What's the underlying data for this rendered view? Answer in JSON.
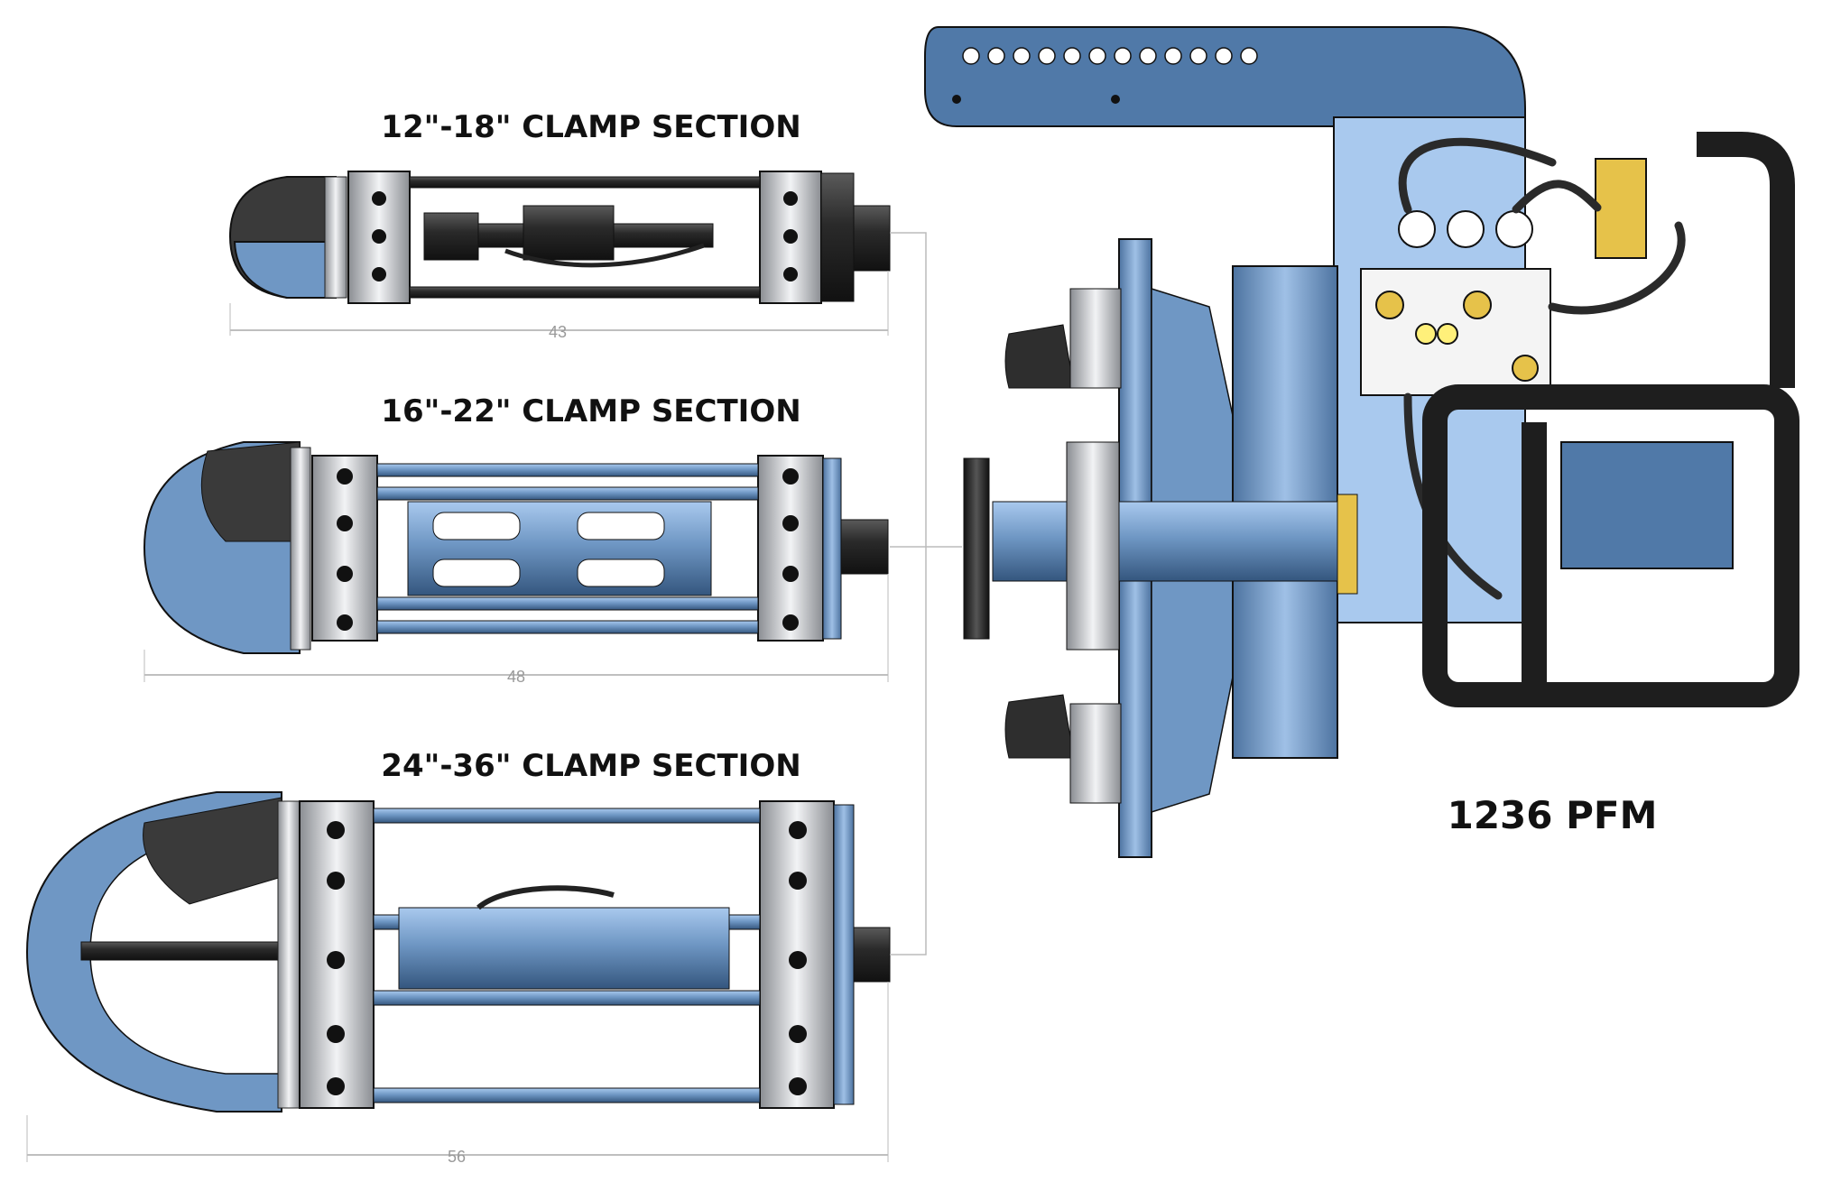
{
  "sections": [
    {
      "title": "12\"-18\" CLAMP SECTION",
      "dimension": "43"
    },
    {
      "title": "16\"-22\" CLAMP SECTION",
      "dimension": "48"
    },
    {
      "title": "24\"-36\" CLAMP SECTION",
      "dimension": "56"
    }
  ],
  "machine": {
    "label": "1236 PFM"
  },
  "colors": {
    "steel_blue": "#6f97c4",
    "frame_blue": "#5079a8",
    "dark": "#2b2b2b",
    "silver": "#d6d8db",
    "brass": "#e6c24a"
  }
}
